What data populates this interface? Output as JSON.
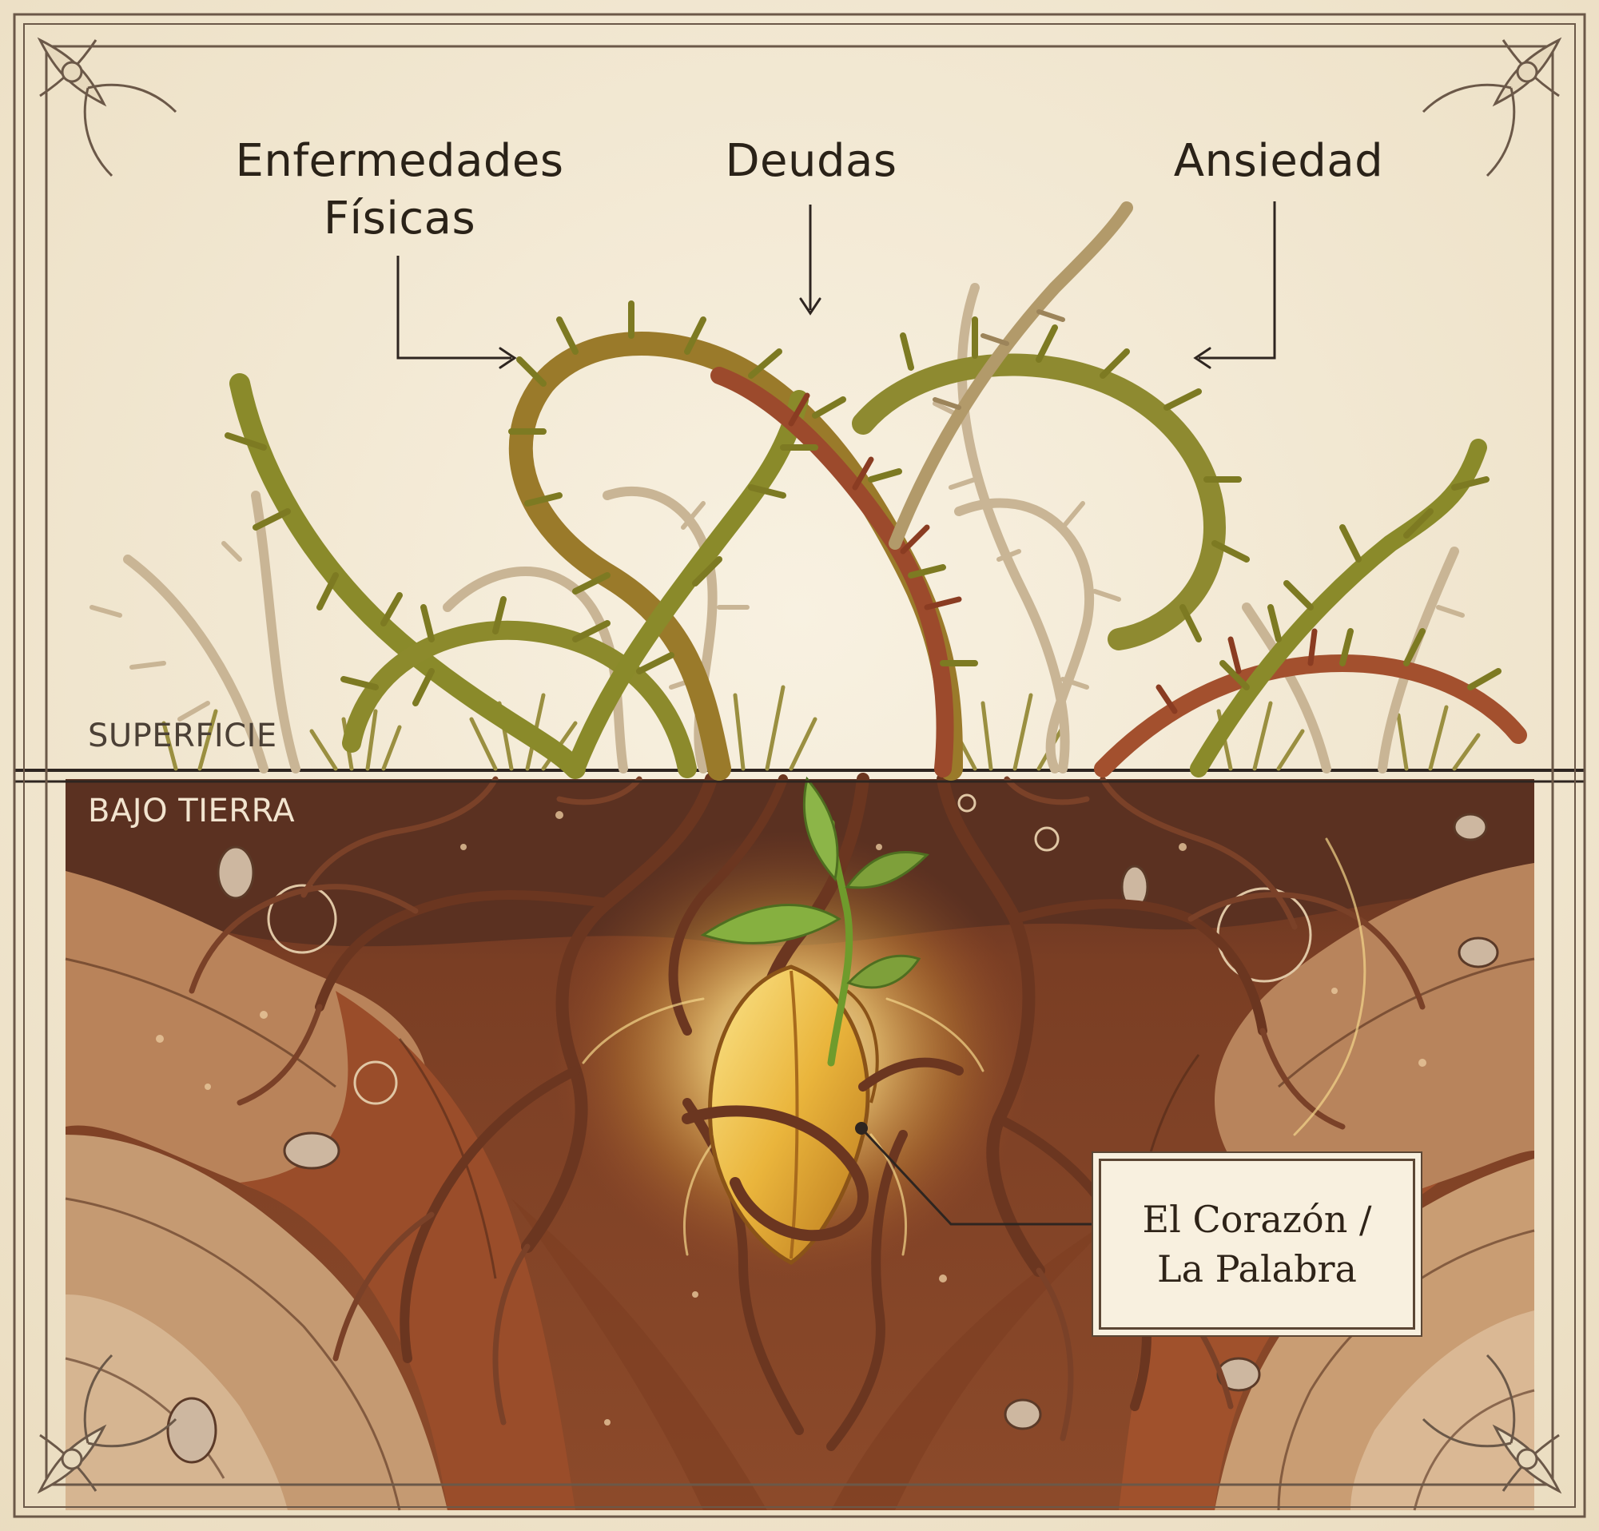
{
  "labels": {
    "enfermedades_line1": "Enfermedades",
    "enfermedades_line2": "Físicas",
    "deudas": "Deudas",
    "ansiedad": "Ansiedad",
    "superficie": "SUPERFICIE",
    "bajo_tierra": "BAJO TIERRA",
    "callout_line1": "El Corazón /",
    "callout_line2": "La Palabra"
  },
  "colors": {
    "parchment": "#f3ead8",
    "border": "#6b5848",
    "thorn_olive": "#8a8a2a",
    "thorn_red": "#9c4a2c",
    "thorn_pale": "#c9b595",
    "soil_dark": "#5a3020",
    "soil_orange": "#a8532c",
    "soil_tan": "#c9a079",
    "root": "#6e3a22",
    "seed_gold": "#e8b23a",
    "leaf_green": "#7ea03a",
    "ink": "#2a2218"
  }
}
